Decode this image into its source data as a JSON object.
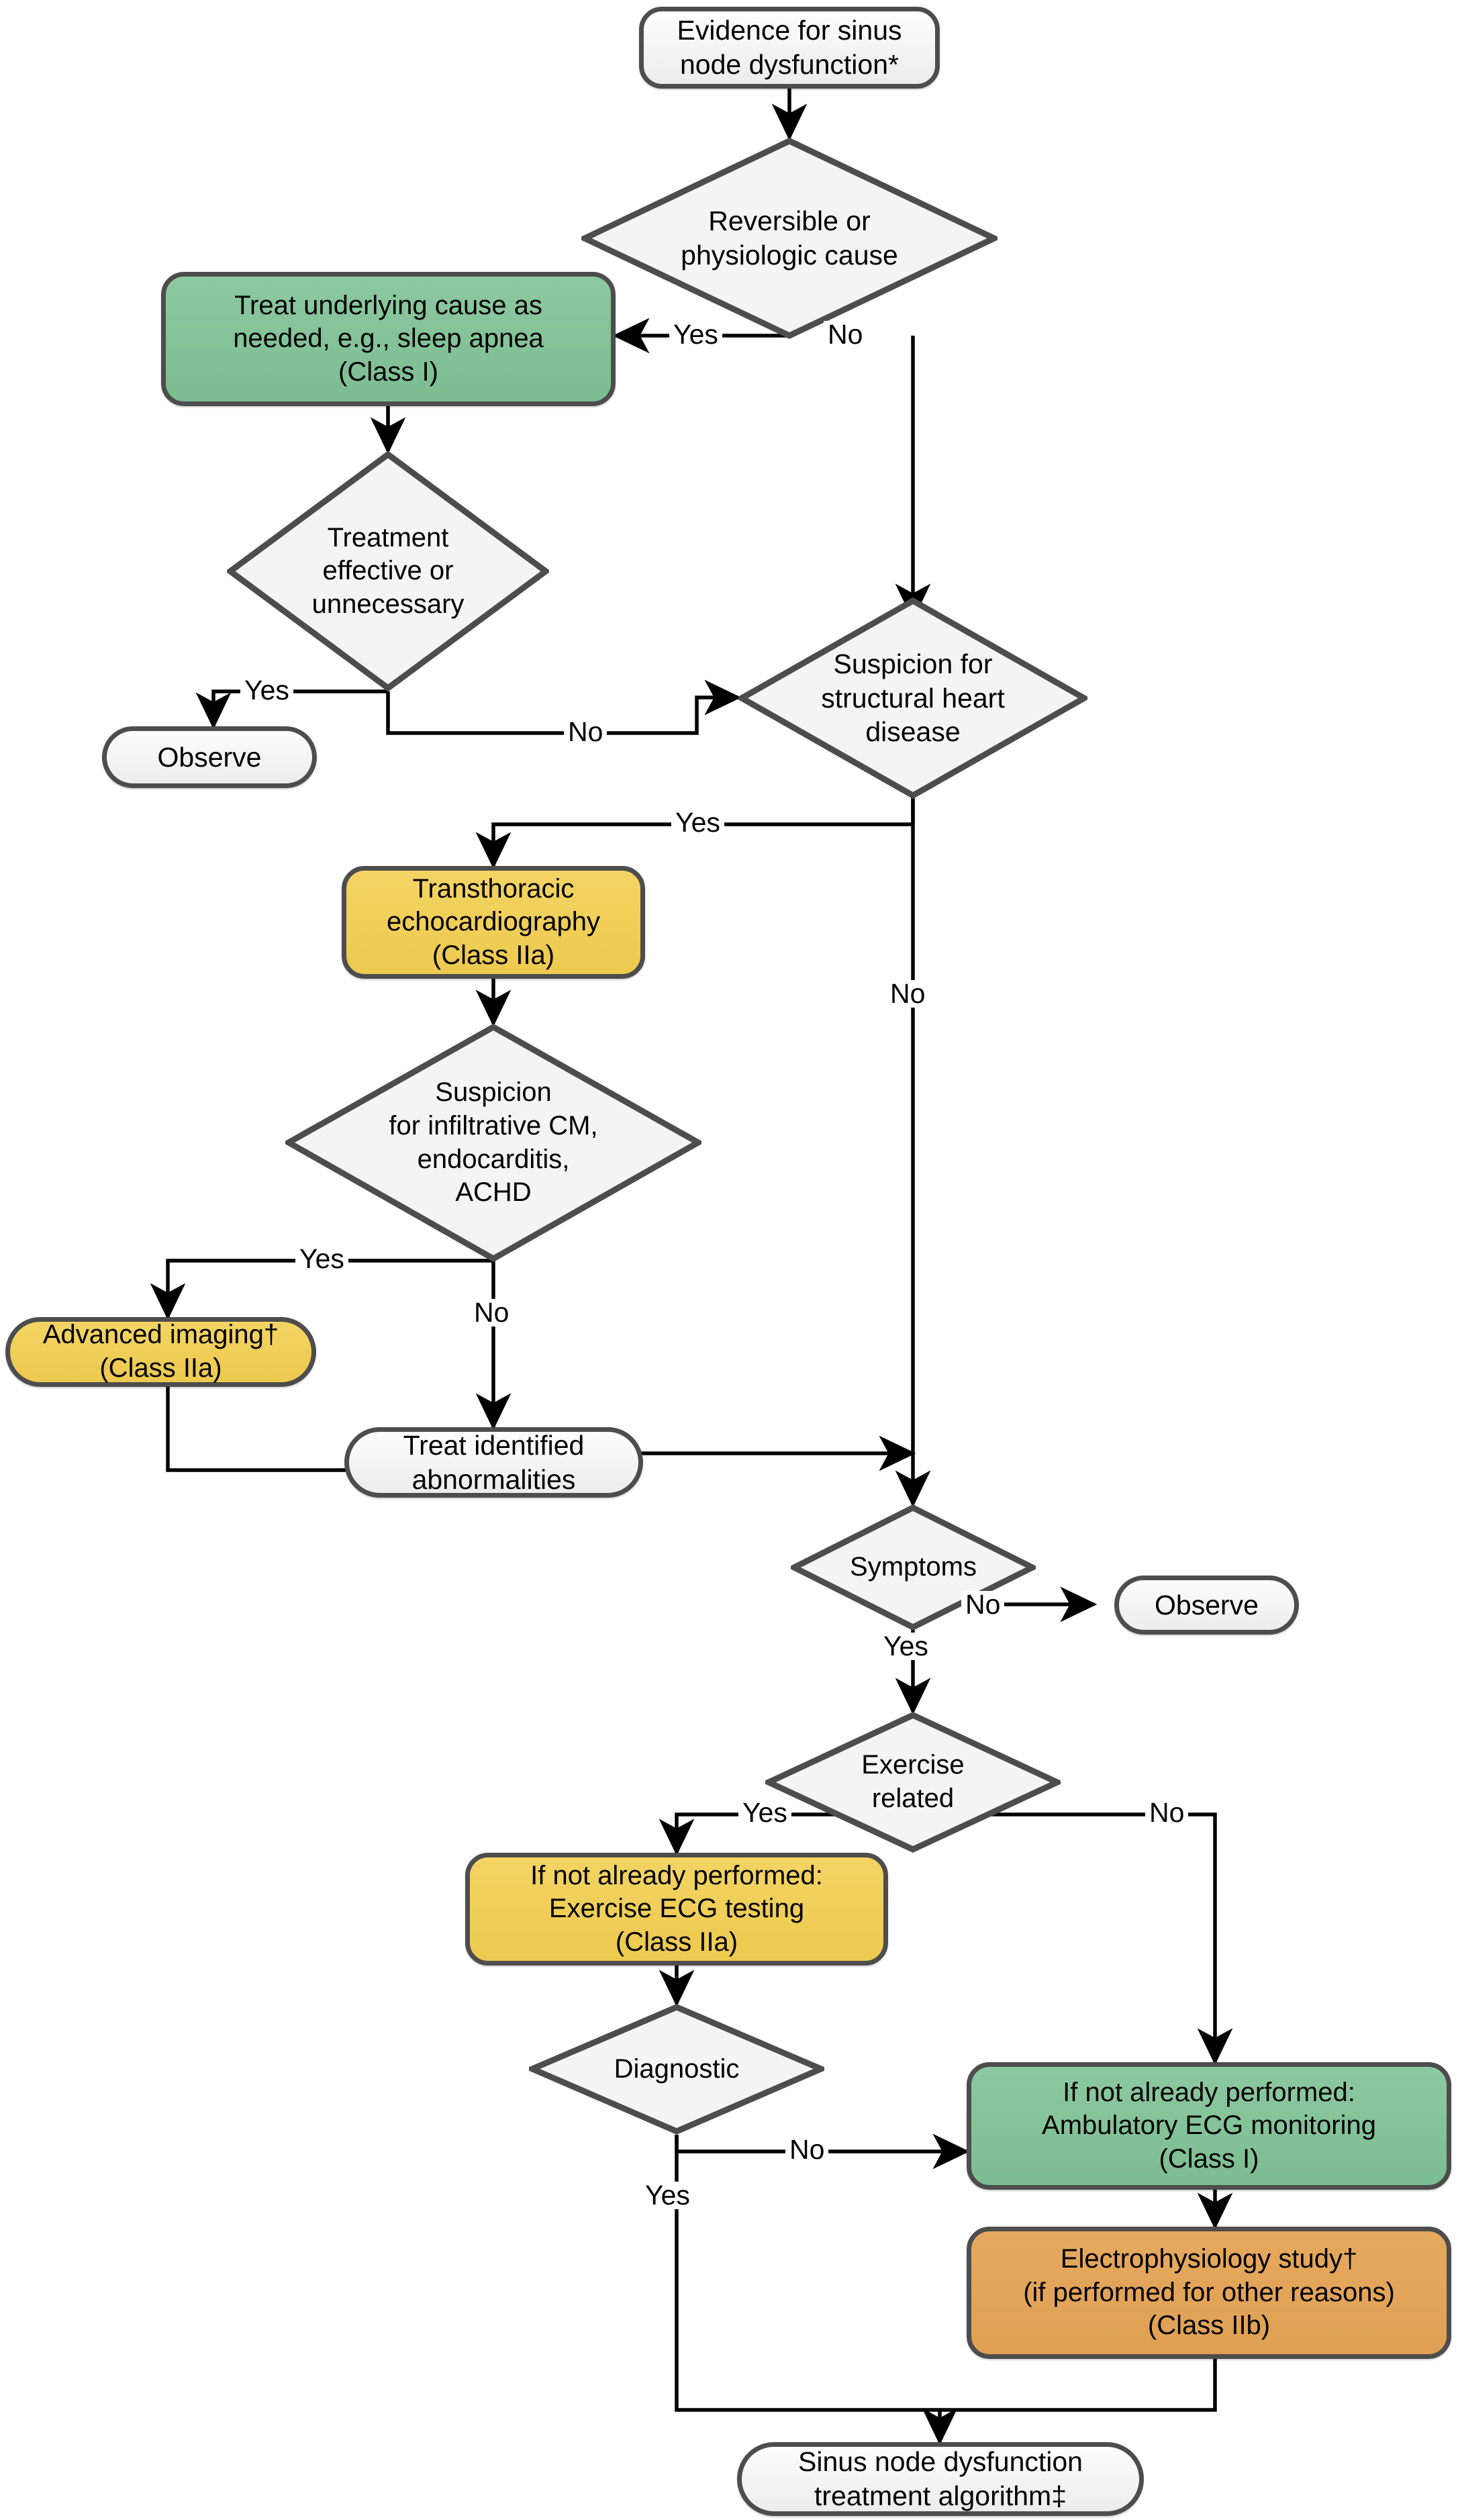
{
  "diagram": {
    "title": "Sinus node dysfunction evaluation algorithm",
    "colors": {
      "green": "#85c49a",
      "yellow": "#f0cf5b",
      "orange": "#e2a55b",
      "neutral": "#f2f2f2",
      "stroke": "#4d4d4d",
      "edge": "#000000"
    },
    "nodes": {
      "start": {
        "text": "Evidence for sinus\nnode dysfunction*",
        "shape": "rounded-rect",
        "fill": "neutral"
      },
      "reversible": {
        "text": "Reversible or\nphysiologic cause",
        "shape": "diamond",
        "fill": "neutral"
      },
      "treat_underlying": {
        "text": "Treat underlying cause as\nneeded, e.g., sleep apnea\n(Class I)",
        "shape": "rounded-rect",
        "fill": "green",
        "class": "Class I"
      },
      "treatment_effective": {
        "text": "Treatment\neffective or\nunnecessary",
        "shape": "diamond",
        "fill": "neutral"
      },
      "observe_1": {
        "text": "Observe",
        "shape": "pill",
        "fill": "neutral"
      },
      "structural": {
        "text": "Suspicion for\nstructural heart\ndisease",
        "shape": "diamond",
        "fill": "neutral"
      },
      "tte": {
        "text": "Transthoracic\nechocardiography\n(Class IIa)",
        "shape": "rounded-rect",
        "fill": "yellow",
        "class": "Class IIa"
      },
      "infiltrative": {
        "text": "Suspicion\nfor infiltrative CM,\nendocarditis,\nACHD",
        "shape": "diamond",
        "fill": "neutral"
      },
      "advanced_imaging": {
        "text": "Advanced imaging†\n(Class IIa)",
        "shape": "pill",
        "fill": "yellow",
        "class": "Class IIa"
      },
      "treat_abnormalities": {
        "text": "Treat identified\nabnormalities",
        "shape": "pill",
        "fill": "neutral"
      },
      "symptoms": {
        "text": "Symptoms",
        "shape": "diamond",
        "fill": "neutral"
      },
      "observe_2": {
        "text": "Observe",
        "shape": "pill",
        "fill": "neutral"
      },
      "exercise_related": {
        "text": "Exercise\nrelated",
        "shape": "diamond",
        "fill": "neutral"
      },
      "exercise_ecg": {
        "text": "If not already performed:\nExercise ECG testing\n(Class IIa)",
        "shape": "rounded-rect",
        "fill": "yellow",
        "class": "Class IIa"
      },
      "diagnostic": {
        "text": "Diagnostic",
        "shape": "diamond",
        "fill": "neutral"
      },
      "ambulatory_ecg": {
        "text": "If not already performed:\nAmbulatory ECG monitoring\n(Class I)",
        "shape": "rounded-rect",
        "fill": "green",
        "class": "Class I"
      },
      "ep_study": {
        "text": "Electrophysiology study†\n(if performed for other reasons)\n(Class IIb)",
        "shape": "rounded-rect",
        "fill": "orange",
        "class": "Class IIb"
      },
      "end": {
        "text": "Sinus node dysfunction\ntreatment algorithm‡",
        "shape": "pill",
        "fill": "neutral"
      }
    },
    "edge_labels": {
      "reversible_yes": "Yes",
      "reversible_no": "No",
      "treatment_yes": "Yes",
      "treatment_no": "No",
      "structural_yes": "Yes",
      "structural_no": "No",
      "infiltrative_yes": "Yes",
      "infiltrative_no": "No",
      "symptoms_no": "No",
      "symptoms_yes": "Yes",
      "exercise_yes": "Yes",
      "exercise_no": "No",
      "diagnostic_no": "No",
      "diagnostic_yes": "Yes"
    }
  }
}
